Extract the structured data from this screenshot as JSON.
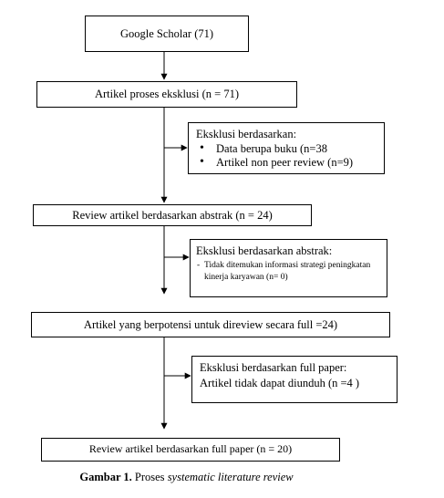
{
  "nodes": {
    "source": "Google Scholar (71)",
    "screening": "Artikel proses eksklusi  (n = 71)",
    "abstract_review": "Review artikel berdasarkan abstrak (n = 24)",
    "full_review": "Artikel yang berpotensi untuk direview secara full =24)",
    "final": "Review artikel berdasarkan full paper (n = 20)"
  },
  "exclusions": {
    "first": {
      "title": "Eksklusi berdasarkan:",
      "items": [
        "Data berupa buku (n=38",
        "Artikel non peer review  (n=9)"
      ]
    },
    "second": {
      "title": "Eksklusi berdasarkan abstrak:",
      "items": [
        "Tidak ditemukan informasi strategi peningkatan kinerja karyawan (n= 0)"
      ]
    },
    "third": {
      "title": "Eksklusi berdasarkan full paper:",
      "line": "Artikel tidak dapat diunduh (n =4 )"
    }
  },
  "caption": {
    "label": "Gambar 1.",
    "text": "Proses",
    "italic": "systematic literature review"
  }
}
